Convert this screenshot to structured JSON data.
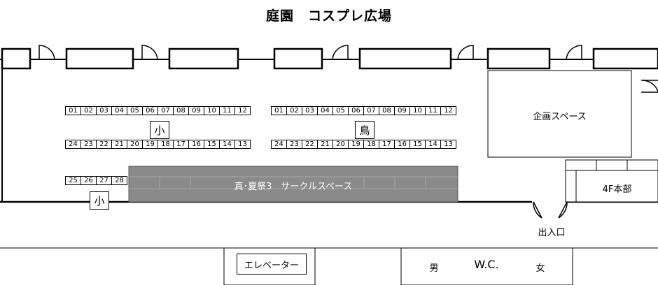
{
  "title": "庭園　コスプレ広場",
  "zones": {
    "left_marker": "小",
    "right_marker": "鳥",
    "lower_marker": "小",
    "circle_space": "真･夏祭3　サークルスペース",
    "planning_space": "企画スペース",
    "headquarters": "4F本部",
    "entrance": "出入口",
    "elevator": "エレベーター",
    "wc": {
      "men": "男",
      "label": "W.C.",
      "women": "女"
    }
  },
  "booths": {
    "left_top": [
      "01",
      "02",
      "03",
      "04",
      "05",
      "06",
      "07",
      "08",
      "09",
      "10",
      "11",
      "12"
    ],
    "left_bottom": [
      "24",
      "23",
      "22",
      "21",
      "20",
      "19",
      "18",
      "17",
      "16",
      "15",
      "14",
      "13"
    ],
    "right_top": [
      "01",
      "02",
      "03",
      "04",
      "05",
      "06",
      "07",
      "08",
      "09",
      "10",
      "11",
      "12"
    ],
    "right_bottom": [
      "24",
      "23",
      "22",
      "21",
      "20",
      "19",
      "18",
      "17",
      "16",
      "15",
      "14",
      "13"
    ],
    "lower_row": [
      "25",
      "26",
      "27",
      "28"
    ]
  },
  "colors": {
    "circle_space_fill": "#8a8a8a",
    "line": "#000000",
    "background": "#ffffff"
  }
}
